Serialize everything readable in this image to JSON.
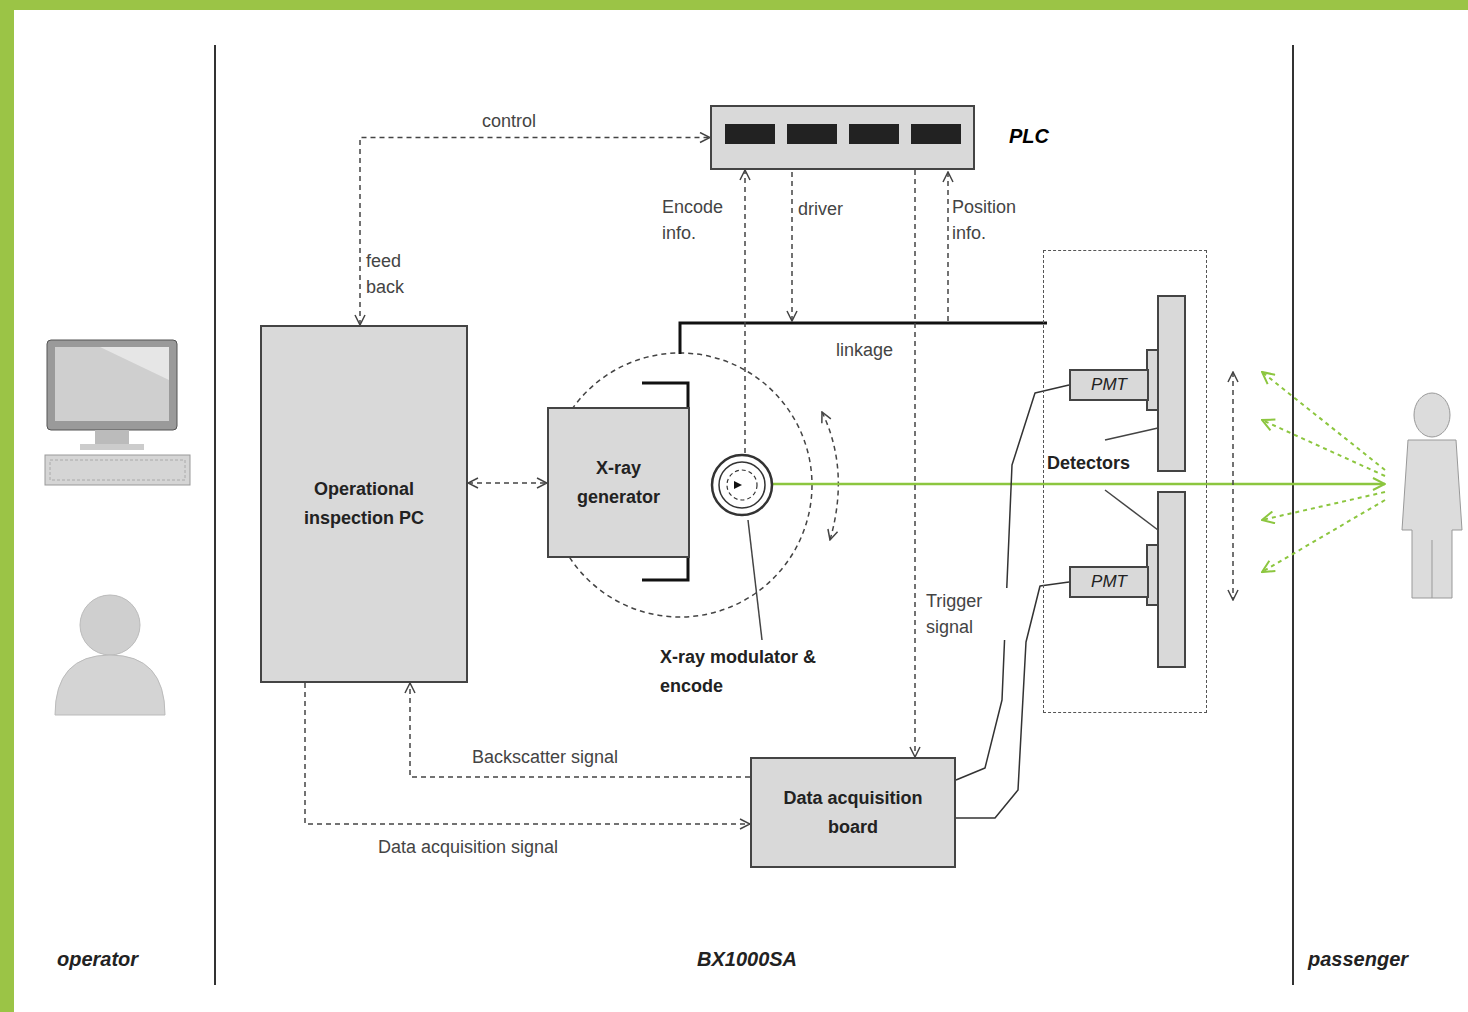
{
  "diagram": {
    "nodes": [
      {
        "text": [
          "PLC"
        ]
      },
      {
        "text": [
          "Operational inspection PC"
        ]
      },
      {
        "text": [
          "X-ray generator"
        ]
      },
      {
        "text": [
          "X-ray modulator & encode"
        ]
      },
      {
        "text": [
          "Detectors"
        ]
      },
      {
        "text": [
          "PMT"
        ],
        "in": 4
      },
      {
        "text": [
          "PMT"
        ],
        "in": 4
      },
      {
        "text": [
          "Data acquisition board"
        ]
      }
    ],
    "edges": [
      {
        "from": 1,
        "to": 0,
        "label": "control",
        "arrow": "both"
      },
      {
        "from": 1,
        "to": 2,
        "arrow": "both"
      },
      {
        "from": 3,
        "to": 0,
        "label": "Encode info.",
        "arrow": "to"
      },
      {
        "from": 0,
        "to": 7,
        "label": "Trigger signal",
        "arrow": "to"
      },
      {
        "from": 7,
        "to": 1,
        "label": "Backscatter signal",
        "arrow": "to"
      },
      {
        "from": 1,
        "to": 7,
        "label": "Data acquisition signal",
        "arrow": "to"
      },
      {
        "from": 5,
        "to": 7,
        "arrow": "none"
      },
      {
        "from": 6,
        "to": 7,
        "arrow": "none"
      }
    ],
    "labels": [
      "feed back",
      "driver",
      "Position info.",
      "linkage",
      "operator",
      "BX1000SA",
      "passenger"
    ]
  }
}
